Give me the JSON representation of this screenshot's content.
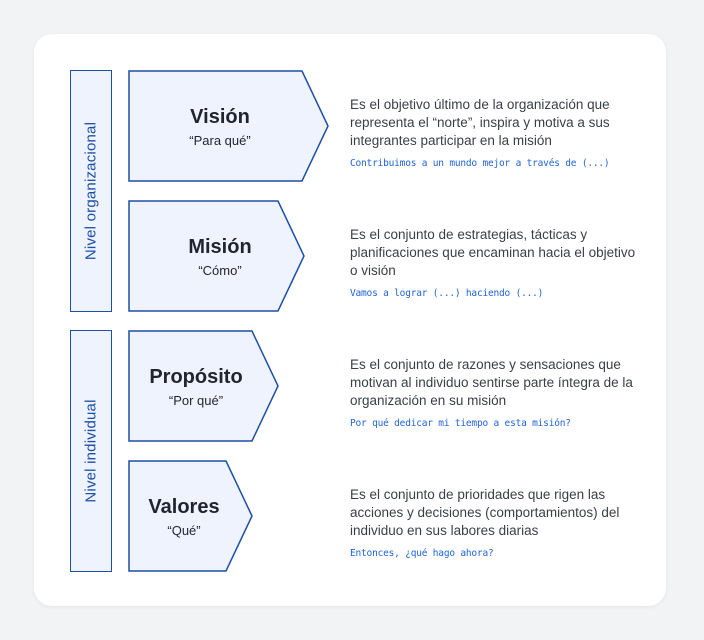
{
  "side_labels": {
    "organizational": "Nivel organizacional",
    "individual": "Nivel individual"
  },
  "levels": [
    {
      "title": "Visión",
      "subtitle": "“Para qué”",
      "description": "Es el objetivo último de la organización que representa el “norte”, inspira y motiva a sus integrantes participar en la misión",
      "note": "Contribuimos a un mundo mejor a través de (...)"
    },
    {
      "title": "Misión",
      "subtitle": "“Cómo”",
      "description": "Es el conjunto de estrategias, tácticas y planificaciones que encaminan hacia el objetivo o visión",
      "note": "Vamos a lograr (...) haciendo (...)"
    },
    {
      "title": "Propósito",
      "subtitle": "“Por qué”",
      "description": "Es el conjunto de razones y sensaciones que motivan al individuo sentirse parte íntegra de la organización en su misión",
      "note": "Por qué dedicar mi tiempo a esta misión?"
    },
    {
      "title": "Valores",
      "subtitle": "“Qué”",
      "description": "Es el conjunto de prioridades que rigen las acciones y decisiones (comportamientos) del individuo en sus labores diarias",
      "note": "Entonces, ¿qué hago ahora?"
    }
  ],
  "colors": {
    "stroke": "#1e4fa6",
    "fill": "#eef3fd",
    "note": "#1f63d8"
  }
}
